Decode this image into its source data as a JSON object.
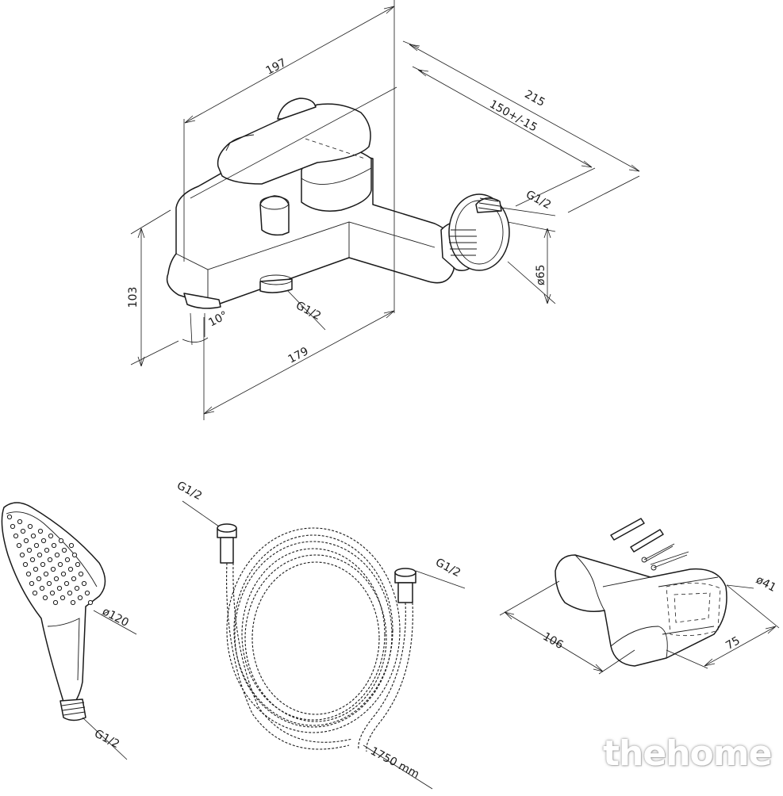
{
  "faucet": {
    "dim_width_top": "197",
    "dim_depth_total": "215",
    "dim_depth_adjust": "150+/-15",
    "dim_height": "103",
    "dim_spout": "179",
    "dim_angle": "10°",
    "thread_outlet": "G1/2",
    "thread_inlet": "G1/2",
    "dim_flange": "ø65"
  },
  "hand_shower": {
    "dim_diameter": "ø120",
    "thread": "G1/2"
  },
  "hose": {
    "thread_top": "G1/2",
    "thread_right": "G1/2",
    "length": "1750 mm"
  },
  "holder": {
    "dim_length": "106",
    "dim_width": "75",
    "dim_diameter": "ø41"
  },
  "watermark": "thehome"
}
